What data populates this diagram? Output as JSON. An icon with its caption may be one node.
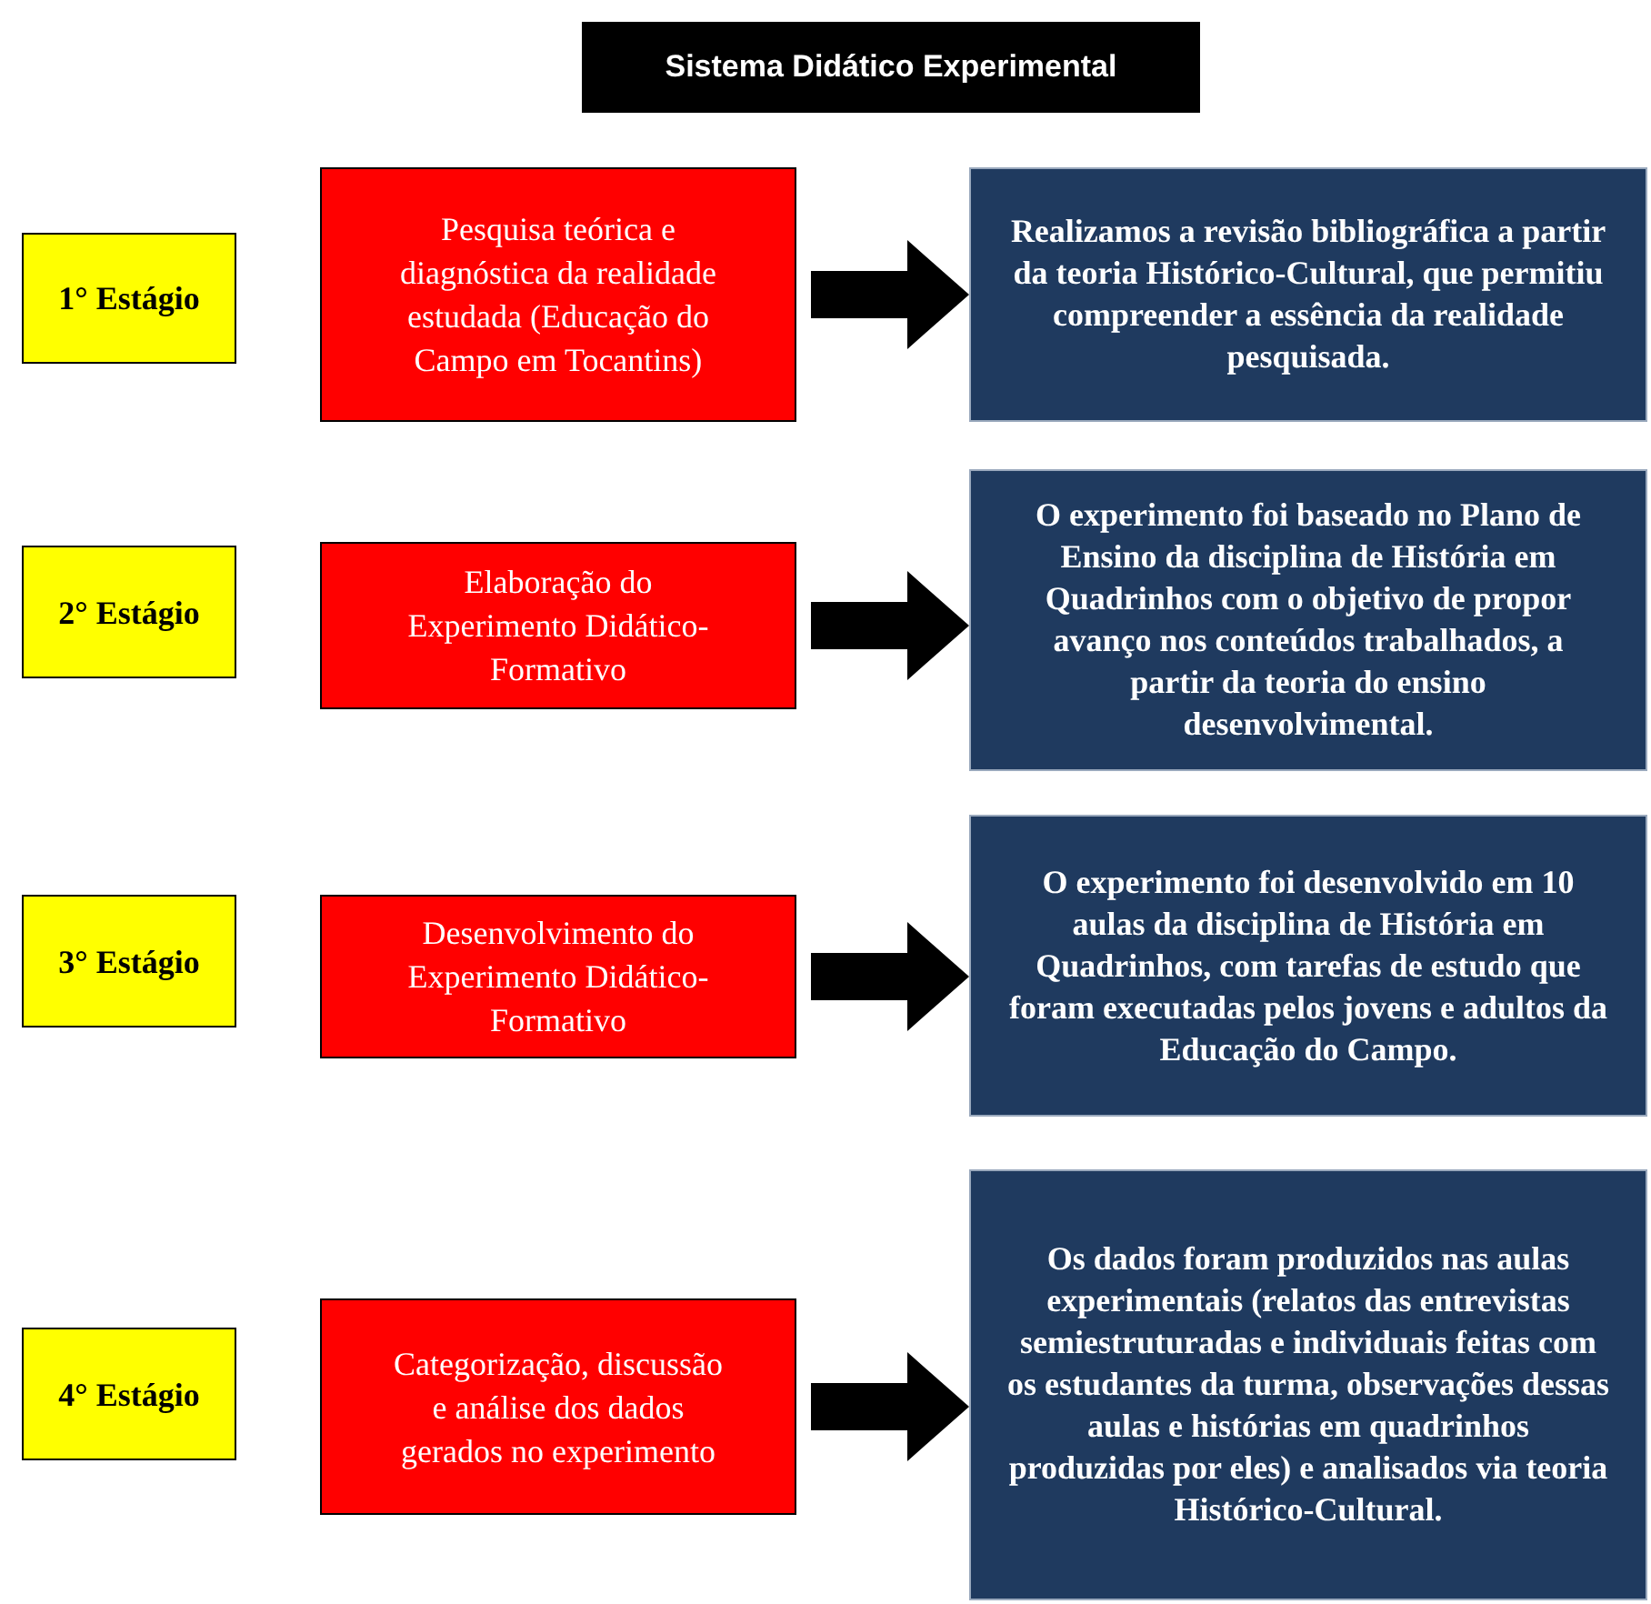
{
  "diagram": {
    "title": "Sistema Didático Experimental",
    "nodes": [
      {
        "text": [
          "1° Estágio"
        ]
      },
      {
        "text": [
          "Pesquisa teórica e diagnóstica da realidade estudada (Educação do Campo em Tocantins)"
        ]
      },
      {
        "text": [
          "Realizamos a revisão bibliográfica a partir da teoria Histórico-Cultural, que permitiu compreender a essência da realidade pesquisada."
        ]
      },
      {
        "text": [
          "2° Estágio"
        ]
      },
      {
        "text": [
          "Elaboração do Experimento Didático-Formativo"
        ]
      },
      {
        "text": [
          "O experimento foi baseado no Plano de Ensino da disciplina de História em Quadrinhos com o objetivo de propor avanço nos conteúdos trabalhados, a partir da teoria do ensino desenvolvimental."
        ]
      },
      {
        "text": [
          "3° Estágio"
        ]
      },
      {
        "text": [
          "Desenvolvimento do Experimento Didático-Formativo"
        ]
      },
      {
        "text": [
          "O experimento foi desenvolvido em 10 aulas da disciplina de História em Quadrinhos, com tarefas de estudo que foram executadas pelos jovens e adultos da Educação do Campo."
        ]
      },
      {
        "text": [
          "4° Estágio"
        ]
      },
      {
        "text": [
          "Categorização, discussão e análise dos dados gerados no experimento"
        ]
      },
      {
        "text": [
          "Os dados foram produzidos nas aulas experimentais (relatos das entrevistas semiestruturadas e individuais feitas com os estudantes da turma, observações dessas aulas e histórias em quadrinhos produzidas por eles) e analisados via teoria Histórico-Cultural."
        ]
      }
    ],
    "edges": [
      {
        "from": 1,
        "to": 2,
        "arrow": "to"
      },
      {
        "from": 4,
        "to": 5,
        "arrow": "to"
      },
      {
        "from": 7,
        "to": 8,
        "arrow": "to"
      },
      {
        "from": 10,
        "to": 11,
        "arrow": "to"
      }
    ]
  }
}
